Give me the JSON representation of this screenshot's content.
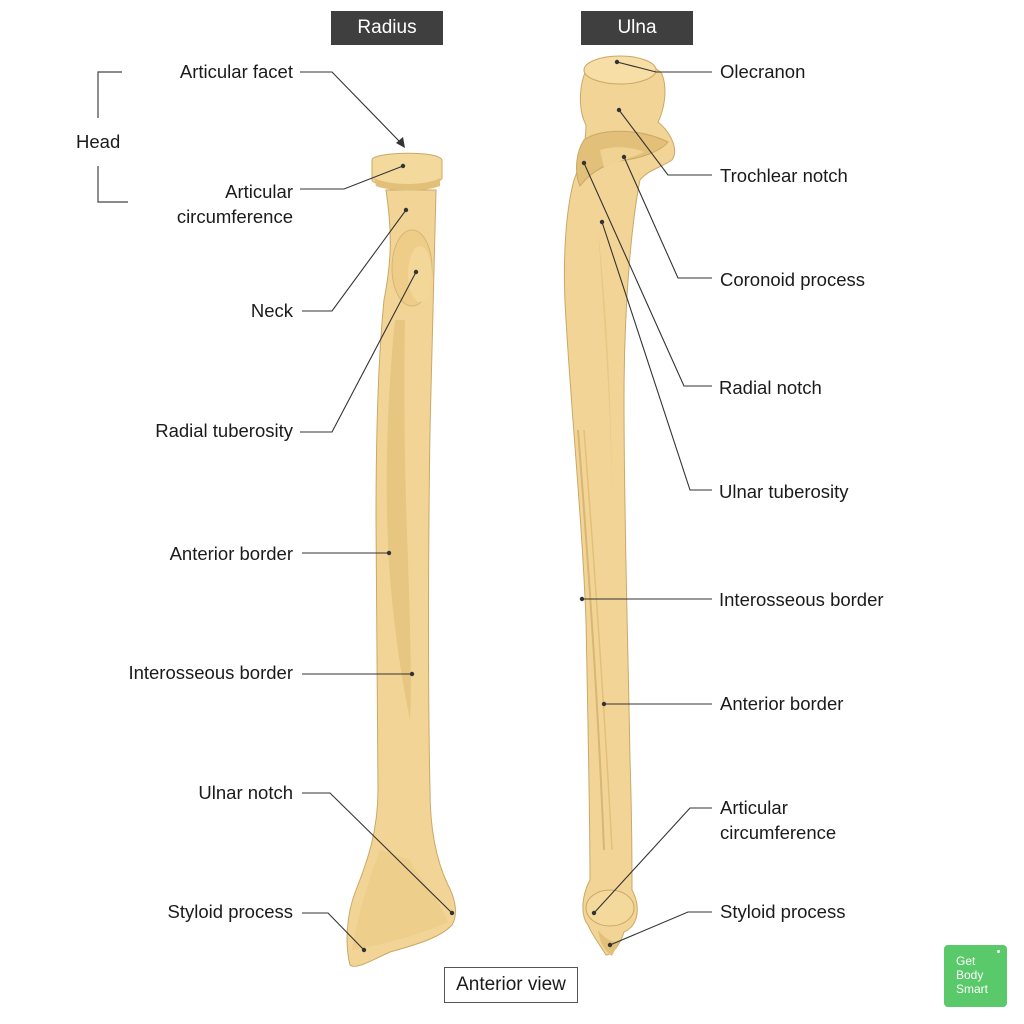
{
  "titles": {
    "radius": "Radius",
    "ulna": "Ulna"
  },
  "group_label": "Head",
  "radius_labels": {
    "articular_facet": "Articular facet",
    "articular_circumference_1": "Articular",
    "articular_circumference_2": "circumference",
    "neck": "Neck",
    "radial_tuberosity": "Radial tuberosity",
    "anterior_border": "Anterior border",
    "interosseous_border": "Interosseous border",
    "ulnar_notch": "Ulnar notch",
    "styloid_process": "Styloid process"
  },
  "ulna_labels": {
    "olecranon": "Olecranon",
    "trochlear_notch": "Trochlear notch",
    "coronoid_process": "Coronoid process",
    "radial_notch": "Radial notch",
    "ulnar_tuberosity": "Ulnar tuberosity",
    "interosseous_border": "Interosseous border",
    "anterior_border": "Anterior border",
    "articular_circumference_1": "Articular",
    "articular_circumference_2": "circumference",
    "styloid_process": "Styloid process"
  },
  "view_label": "Anterior view",
  "logo": {
    "line1": "Get",
    "line2": "Body",
    "line3": "Smart"
  },
  "colors": {
    "bone": "#f2d596",
    "bone_shade": "#e3c079",
    "bone_outline": "#caa866",
    "title_bg": "#3f3f3f",
    "logo_bg": "#59c96a"
  }
}
